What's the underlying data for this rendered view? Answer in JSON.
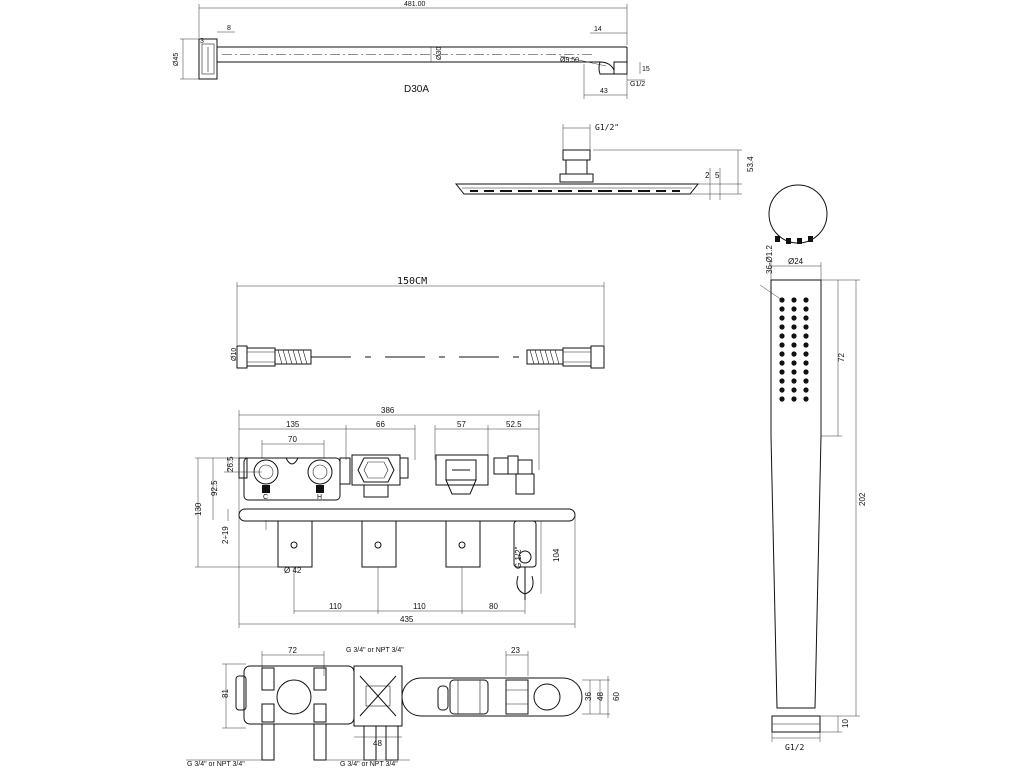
{
  "arm": {
    "code": "D30A",
    "length": "481.00",
    "d1": "14",
    "d2": "3",
    "d3": "8",
    "d4": "Ø45",
    "d5": "Ø30",
    "d6": "Ø9.50",
    "d7": "43",
    "d8": "G1/2",
    "d9": "15"
  },
  "head": {
    "inlet": "G1/2\"",
    "h1": "2",
    "h2": "5",
    "h3": "53.4"
  },
  "hose": {
    "length": "150CM",
    "dia": "Ø10"
  },
  "valve_front": {
    "w386": "386",
    "w135": "135",
    "w66": "66",
    "w57": "57",
    "w52": "52.5",
    "w70": "70",
    "h26": "26.5",
    "h92": "92.5",
    "h130": "130",
    "h2": "2÷19",
    "d42": "Ø 42",
    "g12": "G 1/2\"",
    "h104": "104",
    "s110a": "110",
    "s110b": "110",
    "s80": "80",
    "w435": "435"
  },
  "valve_top": {
    "w72": "72",
    "thread_top": "G 3/4\" or NPT 3/4\"",
    "w23": "23",
    "h81": "81",
    "h36": "36",
    "h48": "48",
    "h60": "60",
    "w48": "48",
    "thread_bl": "G 3/4\" or NPT 3/4\"",
    "thread_br": "G 3/4\" or NPT 3/4\""
  },
  "handshower": {
    "holes": "36-Ø1.2",
    "dia": "Ø24",
    "h72": "72",
    "h202": "202",
    "h10": "10",
    "thread": "G1/2"
  }
}
